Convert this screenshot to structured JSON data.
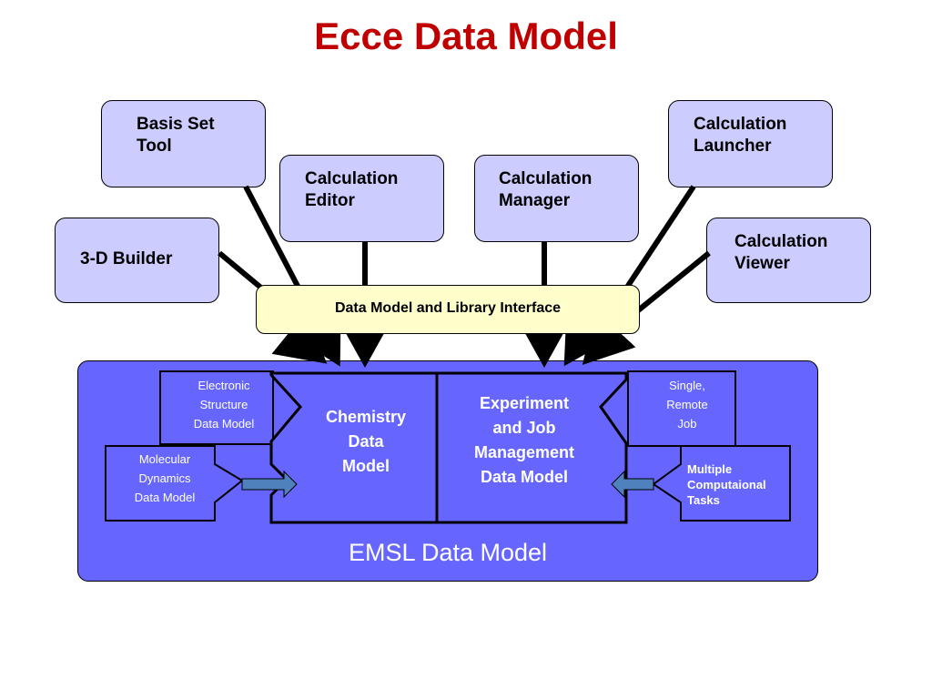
{
  "title": "Ecce Data Model",
  "colors": {
    "title": "#c00000",
    "tool_box": "#ccccff",
    "interface_box": "#ffffcc",
    "emsl_region": "#6666ff",
    "connector_arrow": "#4f81bd"
  },
  "tools": {
    "basis_set": "Basis Set\nTool",
    "calc_editor": "Calculation\nEditor",
    "calc_manager": "Calculation\nManager",
    "calc_launcher": "Calculation\nLauncher",
    "builder_3d": "3-D Builder",
    "calc_viewer": "Calculation\nViewer"
  },
  "interface": "Data Model and Library Interface",
  "models": {
    "electronic": "Electronic\nStructure\nData Model",
    "molecular": "Molecular\nDynamics\nData Model",
    "chemistry": "Chemistry\nData\nModel",
    "experiment": "Experiment\nand Job\nManagement\nData Model",
    "single": "Single,\nRemote\nJob",
    "multiple": "Multiple\nComputaional\nTasks"
  },
  "emsl": "EMSL Data Model"
}
